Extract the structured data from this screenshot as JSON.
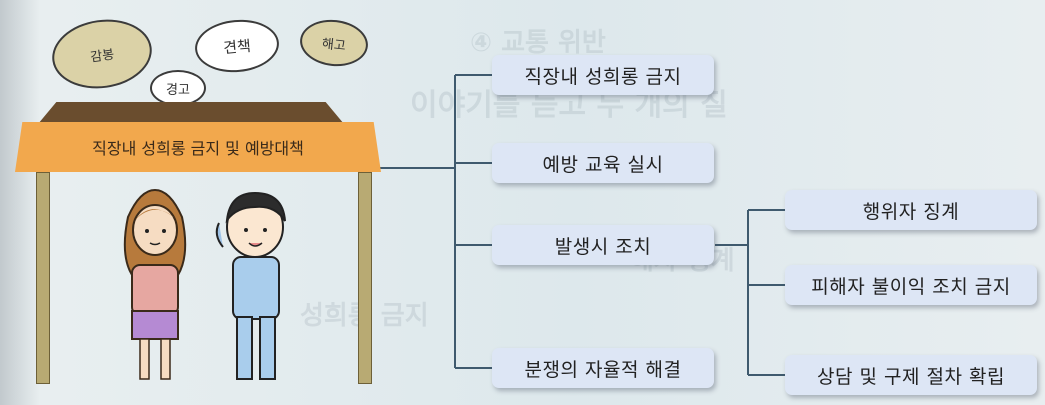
{
  "background_watermark": {
    "line1": "④ 교통 위반",
    "line2": "이야기를 듣고 두 개의 질",
    "line3": "해자 징계",
    "line4": "성희롱 금지"
  },
  "illustration": {
    "signboard_label": "직장내 성희롱 금지 및 예방대책",
    "bubbles": [
      "감봉",
      "견책",
      "해고",
      "경고"
    ]
  },
  "diagram": {
    "main_items": [
      "직장내 성희롱 금지",
      "예방 교육 실시",
      "발생시 조치",
      "분쟁의 자율적 해결"
    ],
    "sub_items": [
      "행위자 징계",
      "피해자 불이익 조치 금지",
      "상담 및 구제 절차 확립"
    ]
  }
}
